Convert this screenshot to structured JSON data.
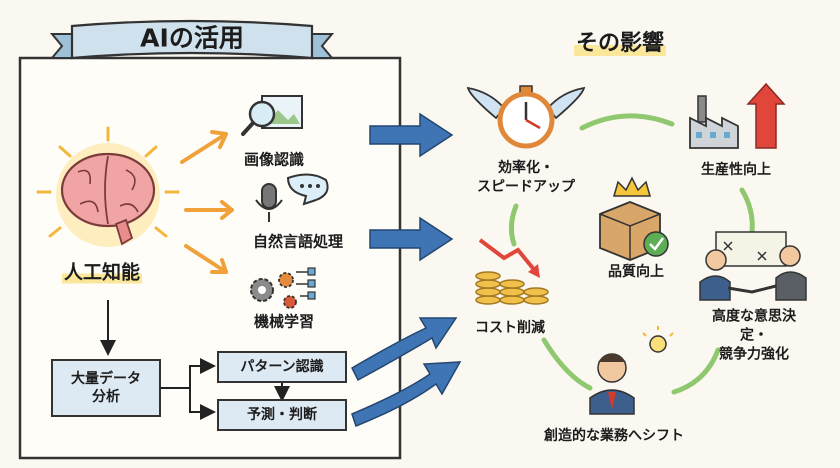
{
  "title": "AIの活用",
  "impact_title": "その影響",
  "ai": {
    "main_label": "人工知能",
    "branches": [
      "画像認識",
      "自然言語処理",
      "機械学習"
    ],
    "data_box": "大量データ\n分析",
    "outputs": [
      "パターン認識",
      "予測・判断"
    ]
  },
  "impacts": {
    "efficiency": "効率化・\nスピードアップ",
    "productivity": "生産性向上",
    "quality": "品質向上",
    "cost": "コスト削減",
    "decision": "高度な意思決定・\n競争力強化",
    "shift": "創造的な業務へシフト"
  },
  "icons": [
    "brain-icon",
    "magnifier-image-icon",
    "microphone-speech-icon",
    "gears-network-icon",
    "stopwatch-wings-icon",
    "factory-growth-icon",
    "package-check-crown-icon",
    "coins-down-arrow-icon",
    "handshake-icon",
    "person-lightbulb-icon"
  ],
  "colors": {
    "arrow_orange": "#f0a13a",
    "arrow_blue": "#3f74b5",
    "cycle_green": "#8fc86e",
    "ribbon": "#cfe1ec",
    "highlight": "#fbe79a",
    "red": "#e0463a"
  }
}
